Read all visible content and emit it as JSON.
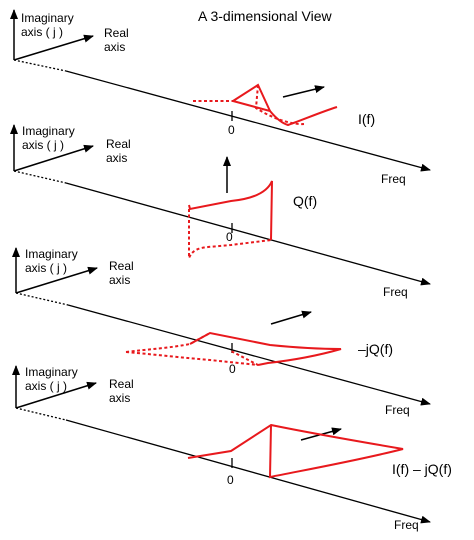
{
  "title": "A 3-dimensional View",
  "colors": {
    "axis": "#000000",
    "signal": "#e8191d"
  },
  "panels": [
    {
      "imaginary_label_line1": "Imaginary",
      "imaginary_label_line2": "axis ( j )",
      "real_label_line1": "Real",
      "real_label_line2": "axis",
      "zero_label": "0",
      "freq_label": "Freq",
      "signal_label": "I(f)"
    },
    {
      "imaginary_label_line1": "Imaginary",
      "imaginary_label_line2": "axis ( j )",
      "real_label_line1": "Real",
      "real_label_line2": "axis",
      "zero_label": "0",
      "freq_label": "Freq",
      "signal_label": "Q(f)"
    },
    {
      "imaginary_label_line1": "Imaginary",
      "imaginary_label_line2": "axis ( j )",
      "real_label_line1": "Real",
      "real_label_line2": "axis",
      "zero_label": "0",
      "freq_label": "Freq",
      "signal_label": "–jQ(f)"
    },
    {
      "imaginary_label_line1": "Imaginary",
      "imaginary_label_line2": "axis ( j )",
      "real_label_line1": "Real",
      "real_label_line2": "axis",
      "zero_label": "0",
      "freq_label": "Freq",
      "signal_label": "I(f) – jQ(f)"
    }
  ]
}
